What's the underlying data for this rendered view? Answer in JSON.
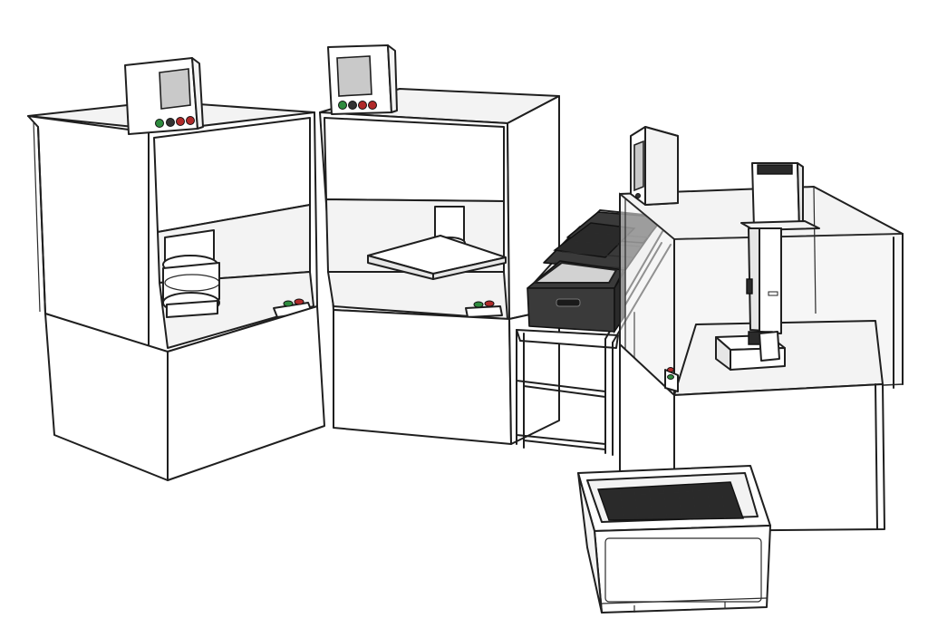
{
  "colors": {
    "outline": "#1f1f1f",
    "panel": "#ffffff",
    "shade_light": "#f3f3f3",
    "shade_mid": "#e6e6e6",
    "tray_dark": "#3a3a3a",
    "button_green": "#2e8b3e",
    "button_red": "#b02a2a",
    "button_dark": "#333333"
  },
  "components": [
    "press-station-left",
    "press-station-middle",
    "conveyor-with-crates",
    "robot-cell",
    "output-bin"
  ]
}
